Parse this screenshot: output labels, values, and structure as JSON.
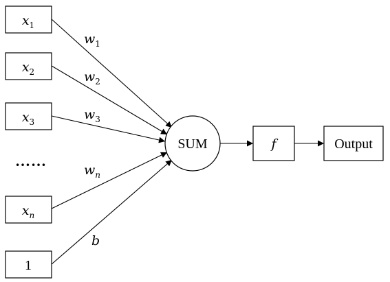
{
  "inputs": [
    {
      "symbol": "x",
      "sub": "1"
    },
    {
      "symbol": "x",
      "sub": "2"
    },
    {
      "symbol": "x",
      "sub": "3"
    },
    {
      "symbol": "x",
      "sub": "n"
    },
    {
      "symbol": "1",
      "sub": ""
    }
  ],
  "ellipsis": "……",
  "weights": [
    {
      "symbol": "w",
      "sub": "1"
    },
    {
      "symbol": "w",
      "sub": "2"
    },
    {
      "symbol": "w",
      "sub": "3"
    },
    {
      "symbol": "w",
      "sub": "n"
    },
    {
      "symbol": "b",
      "sub": ""
    }
  ],
  "sum_label": "SUM",
  "activation_label": "f",
  "output_label": "Output"
}
